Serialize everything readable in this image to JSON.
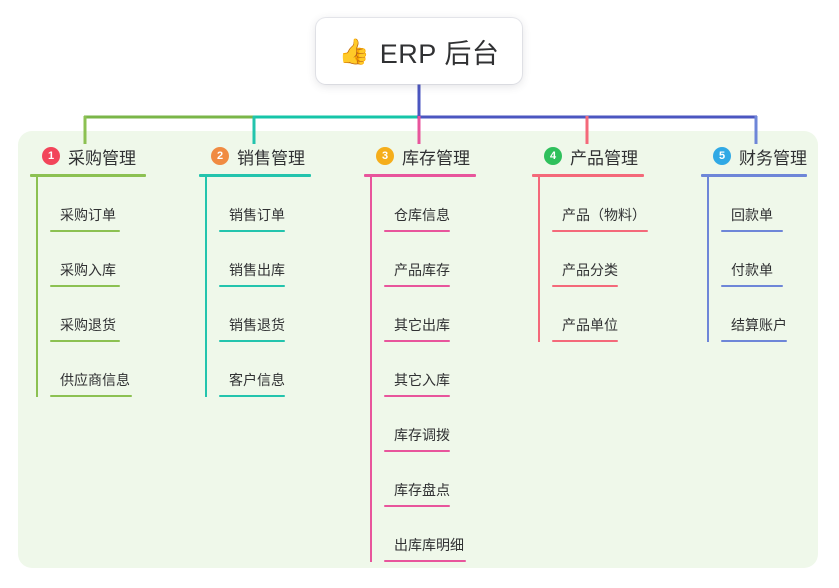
{
  "root": {
    "icon": "thumbs-up-icon",
    "icon_glyph": "👍",
    "label": "ERP 后台"
  },
  "panel": {
    "background_color": "#eff8ea"
  },
  "connector": {
    "trunk_color": "#4b56c0",
    "bar_segment_colors": [
      "#7ab648",
      "#16c5a8",
      "#4b56c0"
    ]
  },
  "branches": [
    {
      "number": "1",
      "title": "采购管理",
      "badge_color": "#f2455a",
      "line_color": "#8cc152",
      "items": [
        {
          "label": "采购订单"
        },
        {
          "label": "采购入库"
        },
        {
          "label": "采购退货"
        },
        {
          "label": "供应商信息"
        }
      ]
    },
    {
      "number": "2",
      "title": "销售管理",
      "badge_color": "#f08b42",
      "line_color": "#23c4ad",
      "items": [
        {
          "label": "销售订单"
        },
        {
          "label": "销售出库"
        },
        {
          "label": "销售退货"
        },
        {
          "label": "客户信息"
        }
      ]
    },
    {
      "number": "3",
      "title": "库存管理",
      "badge_color": "#f5ae1b",
      "line_color": "#e8559c",
      "items": [
        {
          "label": "仓库信息"
        },
        {
          "label": "产品库存"
        },
        {
          "label": "其它出库"
        },
        {
          "label": "其它入库"
        },
        {
          "label": "库存调拨"
        },
        {
          "label": "库存盘点"
        },
        {
          "label": "出库库明细"
        }
      ]
    },
    {
      "number": "4",
      "title": "产品管理",
      "badge_color": "#2fc05c",
      "line_color": "#f4697a",
      "items": [
        {
          "label": "产品（物料）"
        },
        {
          "label": "产品分类"
        },
        {
          "label": "产品单位"
        }
      ]
    },
    {
      "number": "5",
      "title": "财务管理",
      "badge_color": "#30a9e5",
      "line_color": "#6e86d8",
      "items": [
        {
          "label": "回款单"
        },
        {
          "label": "付款单"
        },
        {
          "label": "结算账户"
        }
      ]
    }
  ]
}
